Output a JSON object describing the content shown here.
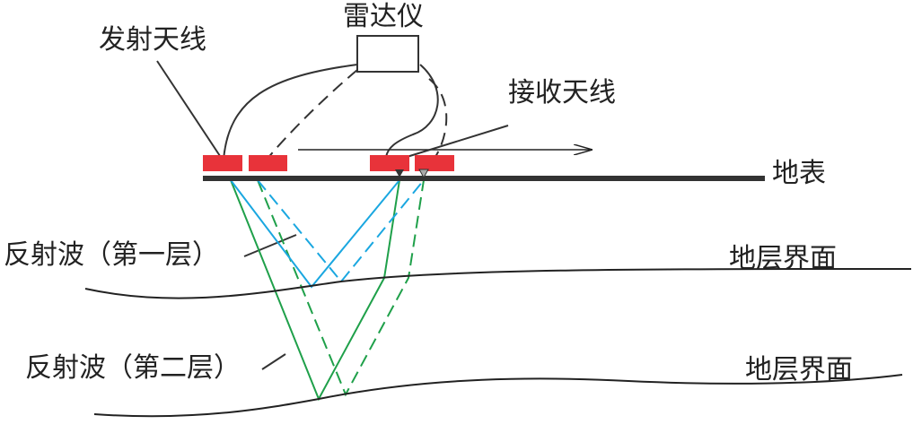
{
  "labels": {
    "transmit_antenna": "发射天线",
    "radar": "雷达仪",
    "receive_antenna": "接收天线",
    "surface": "地表",
    "reflect_layer1": "反射波（第一层）",
    "interface1": "地层界面",
    "reflect_layer2": "反射波（第二层）",
    "interface2": "地层界面"
  },
  "colors": {
    "antenna": "#e8333a",
    "layer1_wave": "#1aa7e0",
    "layer2_wave": "#1fa04a",
    "line": "#222222"
  }
}
